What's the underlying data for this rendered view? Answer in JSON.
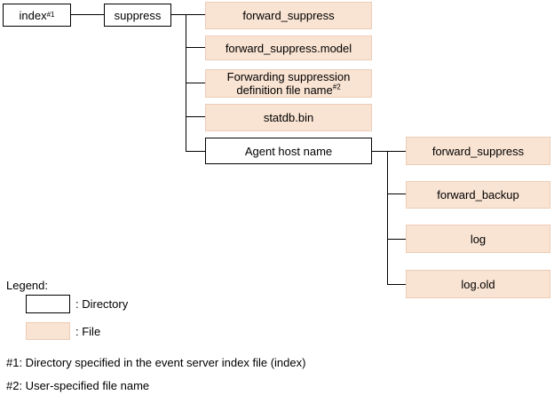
{
  "colors": {
    "file_fill": "#f9e3d2",
    "file_border": "#eccdb6",
    "directory_fill": "#ffffff",
    "line": "#000000"
  },
  "root": {
    "label": "index",
    "note": "#1"
  },
  "suppress": {
    "label": "suppress"
  },
  "suppress_children": {
    "forward_suppress": "forward_suppress",
    "forward_suppress_model": "forward_suppress.model",
    "def_file_line1": "Forwarding suppression",
    "def_file_line2": "definition file name",
    "def_file_note": "#2",
    "statdb": "statdb.bin",
    "agent_host": "Agent host name"
  },
  "agent_children": [
    "forward_suppress",
    "forward_backup",
    "log",
    "log.old"
  ],
  "legend": {
    "title": "Legend:",
    "directory": ": Directory",
    "file": ": File"
  },
  "notes": {
    "n1": "#1: Directory specified in the event server index file (index)",
    "n2": "#2: User-specified file name"
  }
}
